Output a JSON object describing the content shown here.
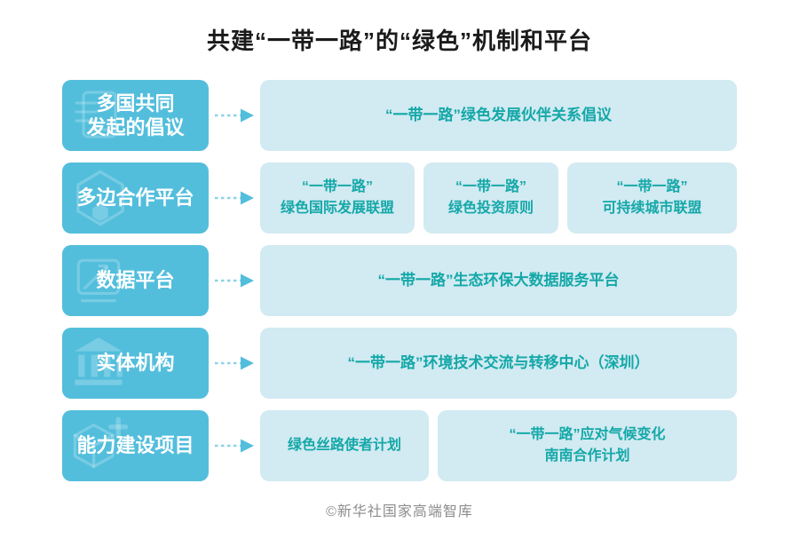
{
  "title": "共建“一带一路”的“绿色”机制和平台",
  "footer": "©新华社国家高端智库",
  "colors": {
    "category_box": "#53BEDC",
    "item_box": "#D2EAF2",
    "item_text": "#14A8A8",
    "arrow_dash": "#8AD4E4",
    "arrow_head": "#53BEDC",
    "title_text": "#1B1B1B",
    "footer_text": "#8D8D8D"
  },
  "rows": [
    {
      "icon": "document-icon",
      "category_lines": [
        "多国共同",
        "发起的倡议"
      ],
      "items": [
        {
          "lines": [
            "“一带一路”绿色发展伙伴关系倡议"
          ]
        }
      ]
    },
    {
      "icon": "hexagon-icon",
      "category_lines": [
        "多边合作平台"
      ],
      "items": [
        {
          "lines": [
            "“一带一路”",
            "绿色国际发展联盟"
          ]
        },
        {
          "lines": [
            "“一带一路”",
            "绿色投资原则"
          ]
        },
        {
          "lines": [
            "“一带一路”",
            "可持续城市联盟"
          ]
        }
      ]
    },
    {
      "icon": "chart-icon",
      "category_lines": [
        "数据平台"
      ],
      "items": [
        {
          "lines": [
            "“一带一路”生态环保大数据服务平台"
          ]
        }
      ]
    },
    {
      "icon": "bank-icon",
      "category_lines": [
        "实体机构"
      ],
      "items": [
        {
          "lines": [
            "“一带一路”环境技术交流与转移中心（深圳）"
          ]
        }
      ]
    },
    {
      "icon": "cube-plus-icon",
      "category_lines": [
        "能力建设项目"
      ],
      "items": [
        {
          "lines": [
            "绿色丝路使者计划"
          ]
        },
        {
          "lines": [
            "“一带一路”应对气候变化",
            "南南合作计划"
          ]
        }
      ]
    }
  ]
}
